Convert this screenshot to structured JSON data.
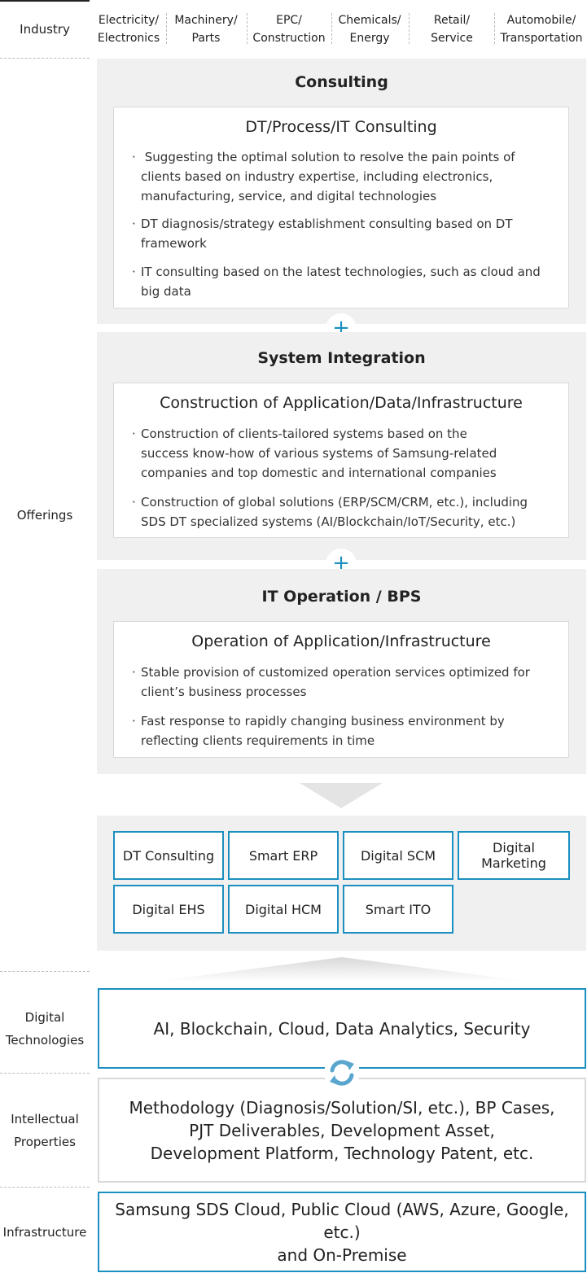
{
  "left_labels": {
    "industry": "Industry",
    "offerings": "Offerings",
    "digital_technologies": "Digital\nTechnologies",
    "intellectual_properties": "Intellectual\nProperties",
    "infrastructure": "Infrastructure"
  },
  "industries": [
    "Electricity/\nElectronics",
    "Machinery/\nParts",
    "EPC/\nConstruction",
    "Chemicals/\nEnergy",
    "Retail/\nService",
    "Automobile/\nTransportation"
  ],
  "consulting": {
    "title": "Consulting",
    "sub_title": "DT/Process/IT Consulting",
    "bullets": [
      " Suggesting the optimal solution to resolve the pain points of clients based on industry expertise, including electronics, manufacturing, service, and digital technologies",
      "DT diagnosis/strategy establishment consulting based on DT framework",
      "IT consulting based on the latest technologies, such as cloud and big data"
    ]
  },
  "system_integration": {
    "title": "System Integration",
    "sub_title": "Construction of Application/Data/Infrastructure",
    "bullets": [
      "Construction of clients-tailored systems based on the success know-how of various systems of Samsung-related companies and top domestic and international companies",
      "Construction of global solutions (ERP/SCM/CRM, etc.), including SDS DT specialized systems (AI/Blockchain/IoT/Security, etc.)"
    ]
  },
  "it_operation": {
    "title": "IT Operation / BPS",
    "sub_title": "Operation of Application/Infrastructure",
    "bullets": [
      "Stable provision of customized operation services optimized for client’s business processes",
      "Fast response to rapidly changing business environment by reflecting clients requirements in time"
    ]
  },
  "plus_symbol": "+",
  "solutions": [
    "DT Consulting",
    "Smart ERP",
    "Digital SCM",
    "Digital Marketing",
    "Digital EHS",
    "Digital HCM",
    "Smart ITO"
  ],
  "digital_technologies_text": "AI, Blockchain, Cloud, Data Analytics, Security",
  "intellectual_properties_text": "Methodology (Diagnosis/Solution/SI, etc.), BP Cases,\nPJT Deliverables, Development Asset,\nDevelopment Platform, Technology Patent, etc.",
  "infrastructure_text": "Samsung SDS Cloud, Public Cloud (AWS, Azure, Google, etc.)\nand On-Premise",
  "icons": [
    "plus-icon",
    "down-arrow-icon",
    "up-triangle-icon",
    "cycle-arrows-icon"
  ],
  "colors": {
    "accent": "#1a8fc0",
    "panel_bg": "#f0f0f0",
    "border_grey": "#d9d9d9"
  }
}
